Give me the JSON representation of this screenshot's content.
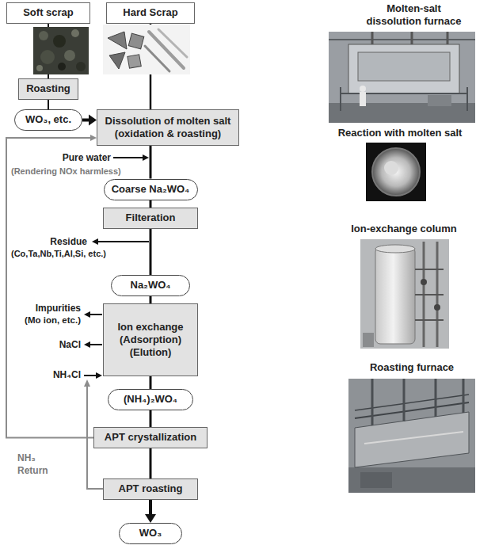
{
  "diagram": {
    "nodes": [
      {
        "text": [
          "Soft scrap"
        ]
      },
      {
        "text": [
          "Hard Scrap"
        ]
      },
      {
        "text": [
          "Roasting"
        ]
      },
      {
        "text": [
          "WO₃, etc."
        ]
      },
      {
        "text": [
          "Dissolution of molten salt",
          "(oxidation & roasting)"
        ]
      },
      {
        "text": [
          "Coarse Na₂WO₄"
        ]
      },
      {
        "text": [
          "Filteration"
        ]
      },
      {
        "text": [
          "Na₂WO₄"
        ]
      },
      {
        "text": [
          "Ion exchange",
          "(Adsorption)",
          "(Elution)"
        ]
      },
      {
        "text": [
          "(NH₄)₂WO₄"
        ]
      },
      {
        "text": [
          "APT crystallization"
        ]
      },
      {
        "text": [
          "APT roasting"
        ]
      },
      {
        "text": [
          "WO₃"
        ]
      }
    ],
    "edges": [
      {
        "from": 0,
        "to": 2,
        "arrow": "none"
      },
      {
        "from": 1,
        "to": 4,
        "arrow": "none"
      },
      {
        "from": 2,
        "to": 3,
        "arrow": "none"
      },
      {
        "from": 3,
        "to": 4,
        "arrow": "to"
      },
      {
        "from": 4,
        "to": 5,
        "arrow": "none"
      },
      {
        "from": 5,
        "to": 6,
        "arrow": "none"
      },
      {
        "from": 6,
        "to": 7,
        "arrow": "none"
      },
      {
        "from": 7,
        "to": 8,
        "arrow": "none"
      },
      {
        "from": 8,
        "to": 9,
        "arrow": "none"
      },
      {
        "from": 9,
        "to": 10,
        "arrow": "none"
      },
      {
        "from": 10,
        "to": 11,
        "arrow": "none"
      },
      {
        "from": 11,
        "to": 12,
        "arrow": "to"
      },
      {
        "from": 10,
        "to": 4,
        "arrow": "to"
      }
    ],
    "labels": [
      "Pure water",
      "(Rendering NOx harmless)",
      "Residue",
      "(Co,Ta,Nb,Ti,Al,Si, etc.)",
      "Impurities",
      "(Mo ion, etc.)",
      "NaCl",
      "NH₄Cl",
      "NH₃",
      "Return",
      "Molten-salt dissolution furnace",
      "Reaction with molten salt",
      "Ion-exchange column",
      "Roasting furnace"
    ]
  }
}
